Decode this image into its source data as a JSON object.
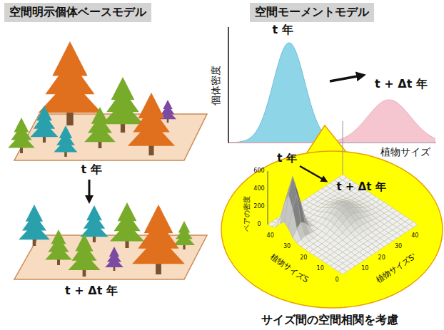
{
  "diagram": {
    "caption": "サイズ間の空間相関を考慮",
    "nodes": [
      {
        "text": [
          "空間明示個体ベースモデル"
        ]
      },
      {
        "text": [
          "空間モーメントモデル"
        ]
      }
    ],
    "labels": [
      "t 年",
      "t + Δt 年",
      "個体密度",
      "植物サイズ",
      "t 年",
      "t + Δt 年",
      "t 年",
      "t + Δt 年",
      "ペアの密度",
      "植物サイズS",
      "植物サイズS'",
      "600",
      "400",
      "200",
      "0",
      "0",
      "10",
      "20",
      "30",
      "40",
      "10",
      "20",
      "30",
      "40"
    ]
  }
}
